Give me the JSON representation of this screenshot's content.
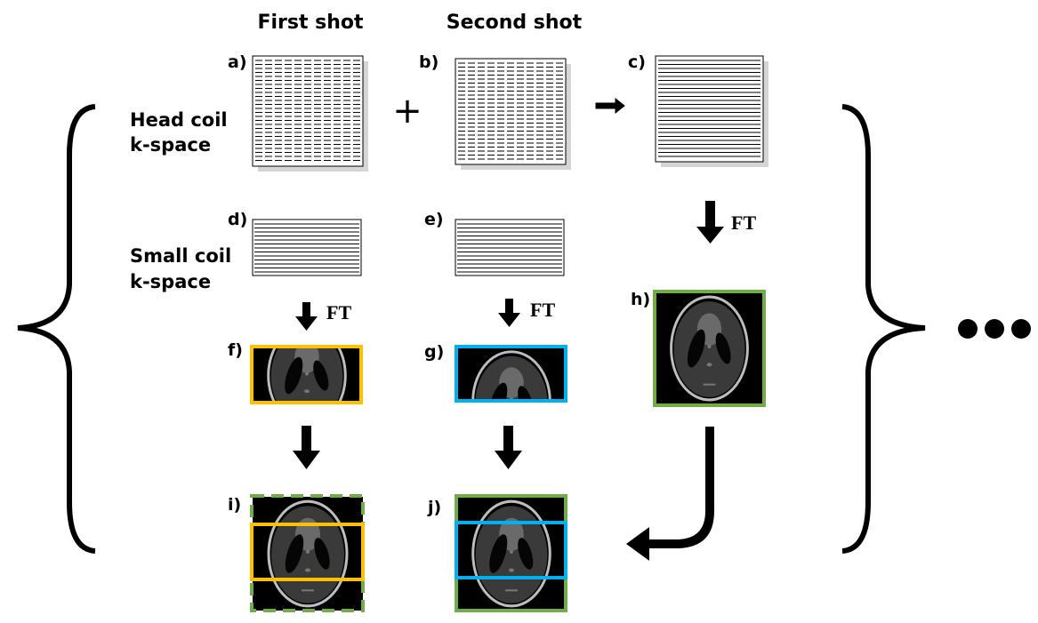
{
  "headers": {
    "first_shot": "First shot",
    "second_shot": "Second shot"
  },
  "row_labels": {
    "head_coil_line1": "Head coil",
    "head_coil_line2": "k-space",
    "small_coil_line1": "Small coil",
    "small_coil_line2": "k-space"
  },
  "panels": {
    "a": "a)",
    "b": "b)",
    "c": "c)",
    "d": "d)",
    "e": "e)",
    "f": "f)",
    "g": "g)",
    "h": "h)",
    "i": "i)",
    "j": "j)"
  },
  "operators": {
    "plus": "+",
    "ft_c_to_h": "FT",
    "ft_d_to_f": "FT",
    "ft_e_to_g": "FT"
  },
  "colors": {
    "first_shot_frame": "#ffc000",
    "second_shot_frame": "#00b0f0",
    "full_image_frame": "#70ad47",
    "image_background": "#000000"
  }
}
